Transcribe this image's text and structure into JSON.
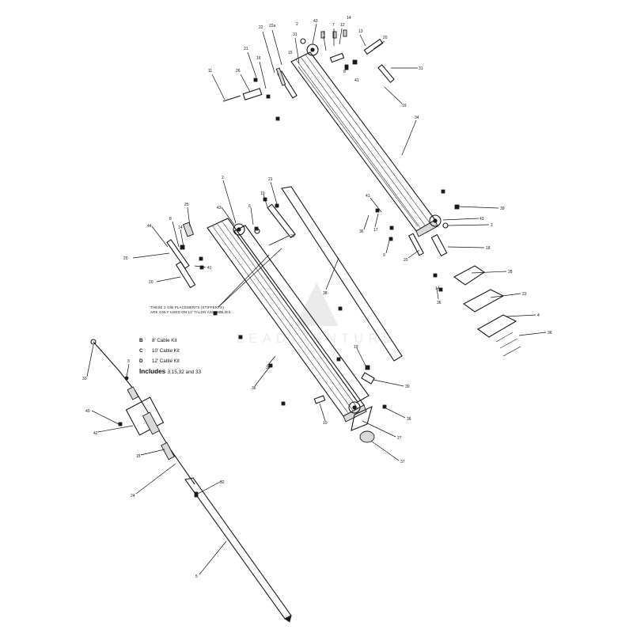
{
  "callouts": [
    {
      "id": "c-11",
      "text": "11"
    },
    {
      "id": "c-26",
      "text": "26"
    },
    {
      "id": "c-21a",
      "text": "21"
    },
    {
      "id": "c-16a",
      "text": "16"
    },
    {
      "id": "c-22",
      "text": "22"
    },
    {
      "id": "c-22a",
      "text": "22a"
    },
    {
      "id": "c-31a",
      "text": "31"
    },
    {
      "id": "c-15a",
      "text": "15"
    },
    {
      "id": "c-2a",
      "text": "2"
    },
    {
      "id": "c-43a",
      "text": "43"
    },
    {
      "id": "c-1",
      "text": "1"
    },
    {
      "id": "c-7",
      "text": "7"
    },
    {
      "id": "c-12",
      "text": "12"
    },
    {
      "id": "c-14a",
      "text": "14"
    },
    {
      "id": "c-13",
      "text": "13"
    },
    {
      "id": "c-20a",
      "text": "20"
    },
    {
      "id": "c-31b",
      "text": "31"
    },
    {
      "id": "c-19a",
      "text": "19"
    },
    {
      "id": "c-8a",
      "text": "8"
    },
    {
      "id": "c-41a",
      "text": "41"
    },
    {
      "id": "c-34",
      "text": "34"
    },
    {
      "id": "c-39",
      "text": "39"
    },
    {
      "id": "c-43b",
      "text": "43"
    },
    {
      "id": "c-2b",
      "text": "2"
    },
    {
      "id": "c-41b",
      "text": "41"
    },
    {
      "id": "c-17",
      "text": "17"
    },
    {
      "id": "c-36a",
      "text": "36"
    },
    {
      "id": "c-9",
      "text": "9"
    },
    {
      "id": "c-18",
      "text": "18"
    },
    {
      "id": "c-20b",
      "text": "20"
    },
    {
      "id": "c-28",
      "text": "28"
    },
    {
      "id": "c-23",
      "text": "23"
    },
    {
      "id": "c-4",
      "text": "4"
    },
    {
      "id": "c-14b",
      "text": "14"
    },
    {
      "id": "c-36b",
      "text": "36"
    },
    {
      "id": "c-36c",
      "text": "36"
    },
    {
      "id": "c-2c",
      "text": "2"
    },
    {
      "id": "c-43c",
      "text": "43"
    },
    {
      "id": "c-6",
      "text": "6"
    },
    {
      "id": "c-19b",
      "text": "19"
    },
    {
      "id": "c-21b",
      "text": "21"
    },
    {
      "id": "c-25",
      "text": "25"
    },
    {
      "id": "c-8b",
      "text": "8"
    },
    {
      "id": "c-44",
      "text": "44"
    },
    {
      "id": "c-14c",
      "text": "14"
    },
    {
      "id": "c-20c",
      "text": "20"
    },
    {
      "id": "c-41c",
      "text": "41"
    },
    {
      "id": "c-20d",
      "text": "20"
    },
    {
      "id": "c-38",
      "text": "38"
    },
    {
      "id": "c-19c",
      "text": "19"
    },
    {
      "id": "c-30",
      "text": "30"
    },
    {
      "id": "c-35",
      "text": "35"
    },
    {
      "id": "c-36d",
      "text": "36"
    },
    {
      "id": "c-10",
      "text": "10"
    },
    {
      "id": "c-36e",
      "text": "36"
    },
    {
      "id": "c-27",
      "text": "27"
    },
    {
      "id": "c-37",
      "text": "37"
    },
    {
      "id": "c-33",
      "text": "33"
    },
    {
      "id": "c-3",
      "text": "3"
    },
    {
      "id": "c-40",
      "text": "40"
    },
    {
      "id": "c-42",
      "text": "42"
    },
    {
      "id": "c-15b",
      "text": "15"
    },
    {
      "id": "c-24",
      "text": "24"
    },
    {
      "id": "c-32",
      "text": "32"
    },
    {
      "id": "c-5",
      "text": "5"
    }
  ],
  "note": {
    "line1": "THESE 2 O/B PLACEMENTS (STIFFENTS)",
    "line2": "ARE ONLY USED ON 12' TALON ASSEMBLIES."
  },
  "legend": {
    "items": [
      {
        "letter": "B",
        "label": "8' Cable Kit"
      },
      {
        "letter": "C",
        "label": "10' Cable Kit"
      },
      {
        "letter": "D",
        "label": "12' Cable Kit"
      }
    ],
    "includes_label": "Includes",
    "includes_parts": "3,15,32 and 33"
  },
  "watermark": {
    "text": "LEAD VENTURE"
  }
}
